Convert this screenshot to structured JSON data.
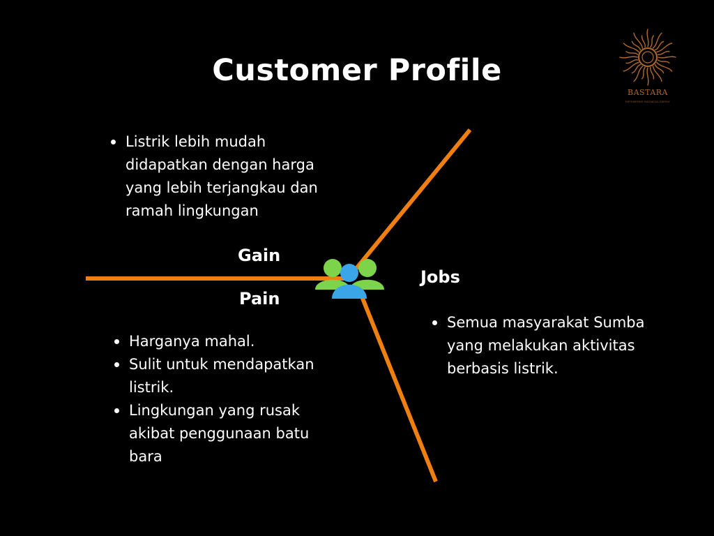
{
  "title": "Customer Profile",
  "logo": {
    "name": "BASTARA",
    "tagline": "EMPOWERING INDONESIA ENERGY",
    "color": "#b06a2c"
  },
  "colors": {
    "background": "#000000",
    "line": "#f07f12",
    "person_side": "#7dd34a",
    "person_center": "#3aa6e8"
  },
  "gain": {
    "label": "Gain",
    "items": [
      "Listrik lebih mudah didapatkan dengan harga yang lebih terjangkau dan ramah lingkungan"
    ]
  },
  "pain": {
    "label": "Pain",
    "items": [
      "Harganya mahal.",
      "Sulit untuk mendapatkan listrik.",
      "Lingkungan yang rusak akibat penggunaan batu bara"
    ]
  },
  "jobs": {
    "label": "Jobs",
    "items": [
      "Semua masyarakat Sumba yang melakukan aktivitas berbasis listrik."
    ]
  },
  "icons": {
    "logo": "sun-logo-icon",
    "center": "customer-group-icon"
  }
}
